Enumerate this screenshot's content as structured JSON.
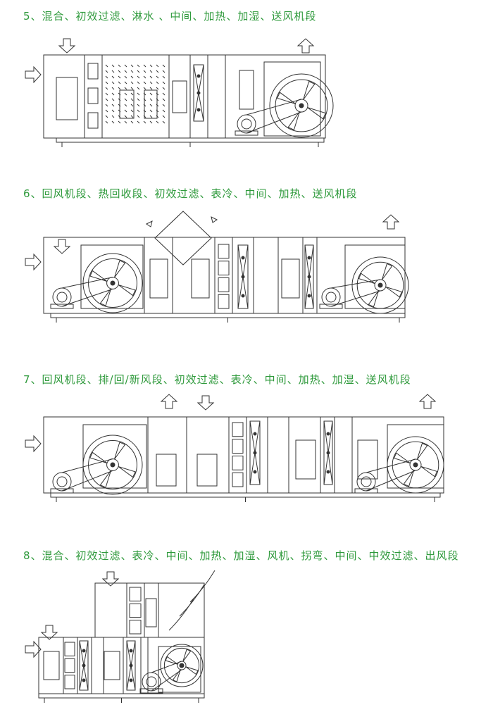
{
  "colors": {
    "title": "#2f9a3c",
    "line": "#333333"
  },
  "configurations": [
    {
      "title": "5、混合、初效过滤、淋水 、中间、加热、加湿、送风机段"
    },
    {
      "title": "6、回风机段、热回收段、初效过滤、表冷、中间、加热、送风机段"
    },
    {
      "title": "7、回风机段、排/回/新风段、初效过滤、表冷、中间、加热、加湿、送风机段"
    },
    {
      "title": "8、混合、初效过滤、表冷、中间、加热、加湿、风机、拐弯、中间、中效过滤、出风段"
    }
  ]
}
